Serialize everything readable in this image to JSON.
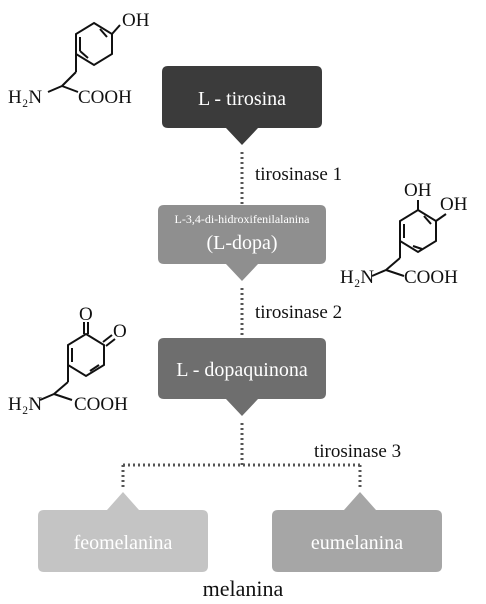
{
  "nodes": {
    "tyrosine": {
      "label": "L - tirosina",
      "color": "#3b3b3b",
      "text_color": "#ffffff"
    },
    "ldopa": {
      "full_name": "L-3,4-di-hidroxifenilalanina",
      "label": "(L-dopa)",
      "color": "#8f8f8f",
      "text_color": "#ffffff"
    },
    "dopaquinone": {
      "label": "L - dopaquinona",
      "color": "#6e6e6e",
      "text_color": "#ffffff"
    },
    "pheomelanin": {
      "label": "feomelanina",
      "color": "#c4c4c4",
      "text_color": "#ffffff"
    },
    "eumelanin": {
      "label": "eumelanina",
      "color": "#a6a6a6",
      "text_color": "#ffffff"
    }
  },
  "enzymes": {
    "step1": "tirosinase 1",
    "step2": "tirosinase 2",
    "step3": "tirosinase 3"
  },
  "footer": {
    "label": "melanina"
  },
  "structures": {
    "tyrosine": {
      "top_group": "OH",
      "amine": "H₂N",
      "acid": "COOH"
    },
    "ldopa": {
      "top_left": "OH",
      "top_right": "OH",
      "amine": "H₂N",
      "acid": "COOH"
    },
    "dopaquinone": {
      "top_left": "O",
      "top_right": "O",
      "amine": "H₂N",
      "acid": "COOH"
    }
  }
}
